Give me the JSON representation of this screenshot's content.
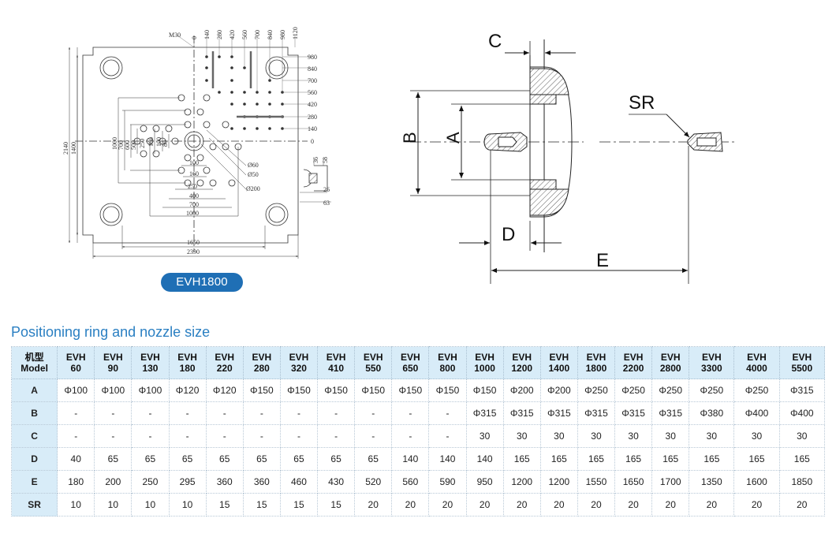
{
  "drawing": {
    "platen": {
      "top_scale": [
        "M30",
        "0",
        "140",
        "280",
        "420",
        "560",
        "700",
        "840",
        "980",
        "1120"
      ],
      "right_scale": [
        "980",
        "840",
        "700",
        "560",
        "420",
        "280",
        "140",
        "0"
      ],
      "left_dims": [
        "2140",
        "1400"
      ],
      "inner_left_dims": [
        "1000",
        "700",
        "600",
        "500",
        "250",
        "160",
        "100",
        "80"
      ],
      "bottom_inner": [
        "100",
        "160",
        "250",
        "400",
        "700",
        "1000"
      ],
      "bottom_dims": [
        "1650",
        "2390"
      ],
      "diameters": [
        "Ø60",
        "Ø50",
        "Ø200"
      ],
      "side_view": [
        "36",
        "58",
        "26",
        "63"
      ],
      "model_label": "EVH1800"
    },
    "ring_labels": {
      "b": "B",
      "a": "A",
      "c": "C",
      "d": "D",
      "e": "E",
      "sr": "SR"
    }
  },
  "section_title": "Positioning ring and nozzle size",
  "table": {
    "header_label": [
      "机型",
      "Model"
    ],
    "models": [
      [
        "EVH",
        "60"
      ],
      [
        "EVH",
        "90"
      ],
      [
        "EVH",
        "130"
      ],
      [
        "EVH",
        "180"
      ],
      [
        "EVH",
        "220"
      ],
      [
        "EVH",
        "280"
      ],
      [
        "EVH",
        "320"
      ],
      [
        "EVH",
        "410"
      ],
      [
        "EVH",
        "550"
      ],
      [
        "EVH",
        "650"
      ],
      [
        "EVH",
        "800"
      ],
      [
        "EVH",
        "1000"
      ],
      [
        "EVH",
        "1200"
      ],
      [
        "EVH",
        "1400"
      ],
      [
        "EVH",
        "1800"
      ],
      [
        "EVH",
        "2200"
      ],
      [
        "EVH",
        "2800"
      ],
      [
        "EVH",
        "3300"
      ],
      [
        "EVH",
        "4000"
      ],
      [
        "EVH",
        "5500"
      ]
    ],
    "rows": [
      {
        "label": "A",
        "values": [
          "Φ100",
          "Φ100",
          "Φ100",
          "Φ120",
          "Φ120",
          "Φ150",
          "Φ150",
          "Φ150",
          "Φ150",
          "Φ150",
          "Φ150",
          "Φ150",
          "Φ200",
          "Φ200",
          "Φ250",
          "Φ250",
          "Φ250",
          "Φ250",
          "Φ250",
          "Φ315"
        ]
      },
      {
        "label": "B",
        "values": [
          "-",
          "-",
          "-",
          "-",
          "-",
          "-",
          "-",
          "-",
          "-",
          "-",
          "-",
          "Φ315",
          "Φ315",
          "Φ315",
          "Φ315",
          "Φ315",
          "Φ315",
          "Φ380",
          "Φ400",
          "Φ400"
        ]
      },
      {
        "label": "C",
        "values": [
          "-",
          "-",
          "-",
          "-",
          "-",
          "-",
          "-",
          "-",
          "-",
          "-",
          "-",
          "30",
          "30",
          "30",
          "30",
          "30",
          "30",
          "30",
          "30",
          "30"
        ]
      },
      {
        "label": "D",
        "values": [
          "40",
          "65",
          "65",
          "65",
          "65",
          "65",
          "65",
          "65",
          "65",
          "140",
          "140",
          "140",
          "165",
          "165",
          "165",
          "165",
          "165",
          "165",
          "165",
          "165"
        ]
      },
      {
        "label": "E",
        "values": [
          "180",
          "200",
          "250",
          "295",
          "360",
          "360",
          "460",
          "430",
          "520",
          "560",
          "590",
          "950",
          "1200",
          "1200",
          "1550",
          "1650",
          "1700",
          "1350",
          "1600",
          "1850"
        ]
      },
      {
        "label": "SR",
        "values": [
          "10",
          "10",
          "10",
          "10",
          "15",
          "15",
          "15",
          "15",
          "20",
          "20",
          "20",
          "20",
          "20",
          "20",
          "20",
          "20",
          "20",
          "20",
          "20",
          "20"
        ]
      }
    ]
  }
}
